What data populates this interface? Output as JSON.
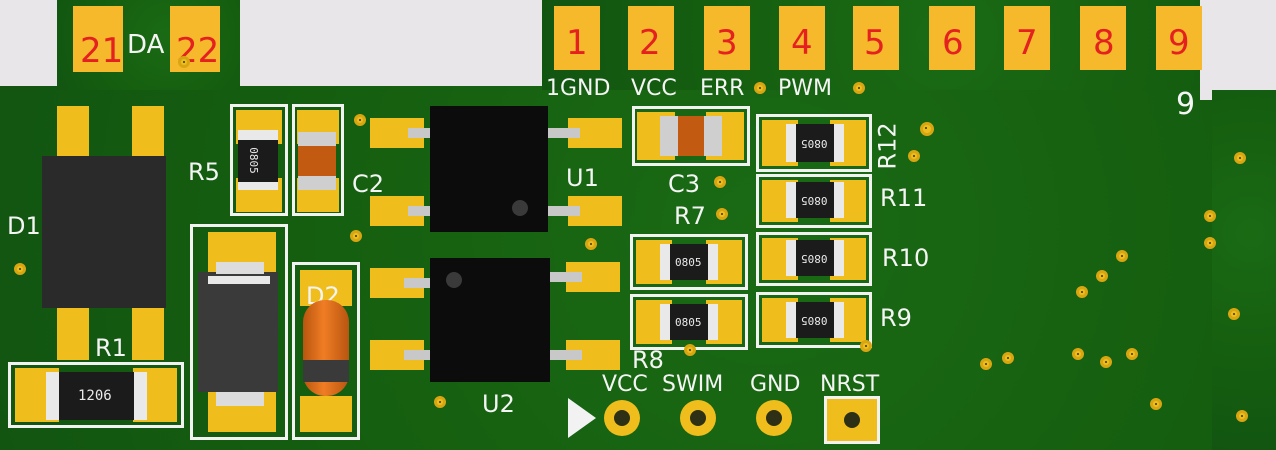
{
  "top_pins": [
    "1",
    "2",
    "3",
    "4",
    "5",
    "6",
    "7",
    "8",
    "9"
  ],
  "left_pins": [
    "21",
    "22"
  ],
  "left_pin_suffix": "DA",
  "net_labels": {
    "pin1": "1GND",
    "pin2": "VCC",
    "pin3": "ERR",
    "pin4": "PWM",
    "pin9": "9"
  },
  "designators": {
    "d1": "D1",
    "d2": "D2",
    "r1": "R1",
    "r5": "R5",
    "r7": "R7",
    "r8": "R8",
    "r9": "R9",
    "r10": "R10",
    "r11": "R11",
    "r12": "R12",
    "c2": "C2",
    "c3": "C3",
    "u1": "U1",
    "u2": "U2"
  },
  "package_labels": {
    "r1": "1206",
    "r5": "0805",
    "r7": "0805",
    "r8": "0805",
    "r9": "0805",
    "r10": "0805",
    "r11": "0805",
    "r12": "0805"
  },
  "swim_header": {
    "vcc": "VCC",
    "swim": "SWIM",
    "gnd": "GND",
    "nrst": "NRST"
  },
  "colors": {
    "board": "#155f10",
    "pad": "#f0be1c",
    "silkscreen": "#f2f2f2",
    "pin_number": "#e52020",
    "background": "#e9e6e9"
  }
}
